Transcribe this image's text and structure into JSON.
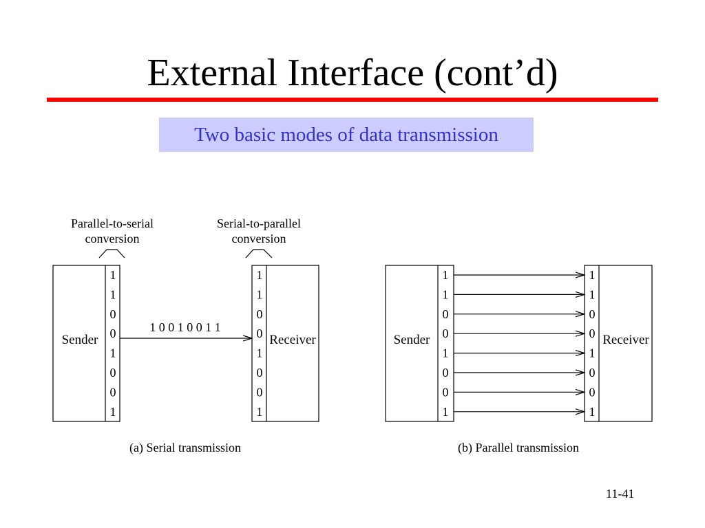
{
  "slide": {
    "title": "External Interface (cont’d)",
    "subtitle": "Two basic modes of data transmission",
    "page_number": "11-41",
    "colors": {
      "title_rule": "#ff0000",
      "subtitle_bg": "#ccccff",
      "subtitle_text": "#3333cc"
    }
  },
  "serial": {
    "sender_label": "Sender",
    "receiver_label": "Receiver",
    "p2s_line1": "Parallel-to-serial",
    "p2s_line2": "conversion",
    "s2p_line1": "Serial-to-parallel",
    "s2p_line2": "conversion",
    "stream": "1 0 0 1 0 0 1 1",
    "bits": [
      "1",
      "1",
      "0",
      "0",
      "1",
      "0",
      "0",
      "1"
    ],
    "caption": "(a) Serial transmission"
  },
  "parallel": {
    "sender_label": "Sender",
    "receiver_label": "Receiver",
    "bits": [
      "1",
      "1",
      "0",
      "0",
      "1",
      "0",
      "0",
      "1"
    ],
    "caption": "(b) Parallel transmission"
  }
}
